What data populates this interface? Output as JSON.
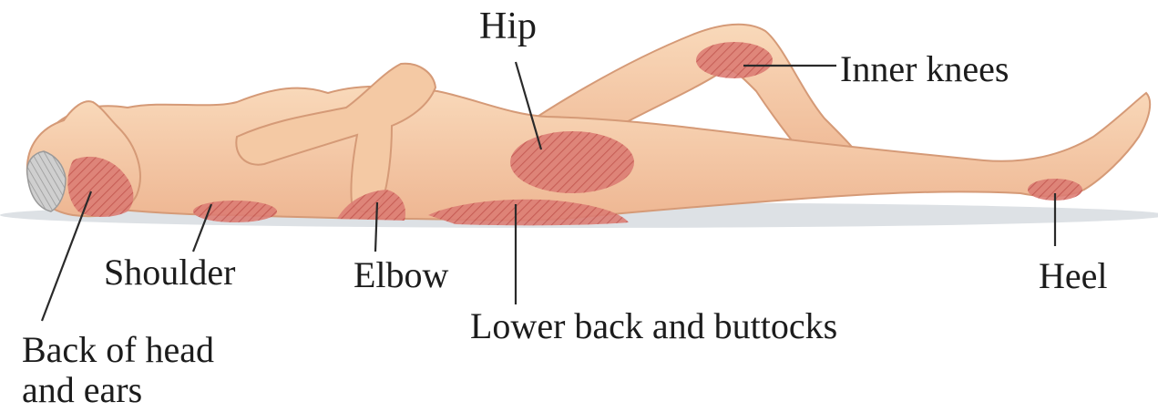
{
  "labels": {
    "hip": "Hip",
    "inner_knees": "Inner knees",
    "shoulder": "Shoulder",
    "elbow": "Elbow",
    "heel": "Heel",
    "lower_back": "Lower back and buttocks",
    "back_of_head_line1": "Back of head",
    "back_of_head_line2": "and ears"
  },
  "colors": {
    "skin": "#f6cda9",
    "skin_shade": "#e3a883",
    "pressure_area": "#d9706a",
    "hair": "#c9c9c9",
    "shadow": "#d8dde2",
    "leader_line": "#2a2a2a"
  }
}
